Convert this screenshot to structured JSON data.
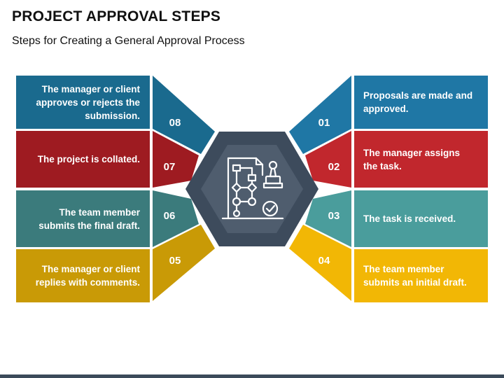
{
  "header": {
    "title": "PROJECT APPROVAL STEPS",
    "subtitle": "Steps for Creating a General Approval Process"
  },
  "steps": [
    {
      "number": "01",
      "text": "Proposals are made and\napproved.",
      "color": "#1f77a5"
    },
    {
      "number": "02",
      "text": "The manager assigns\nthe task.",
      "color": "#c1272d"
    },
    {
      "number": "03",
      "text": "The task is received.",
      "color": "#4a9d9c"
    },
    {
      "number": "04",
      "text": "The team member\nsubmits an initial draft.",
      "color": "#f2b705"
    },
    {
      "number": "05",
      "text": "The manager or client\nreplies with comments.",
      "color": "#c99a06"
    },
    {
      "number": "06",
      "text": "The team member\nsubmits the final draft.",
      "color": "#3b7b7c"
    },
    {
      "number": "07",
      "text": "The project is collated.",
      "color": "#9e1b21"
    },
    {
      "number": "08",
      "text": "The manager or client\napproves or rejects the\nsubmission.",
      "color": "#1a6a8e"
    }
  ],
  "center": {
    "icon": "approval-workflow-stamp-icon",
    "outer_color": "#3d4b5c",
    "inner_color": "#4f5d6e"
  }
}
